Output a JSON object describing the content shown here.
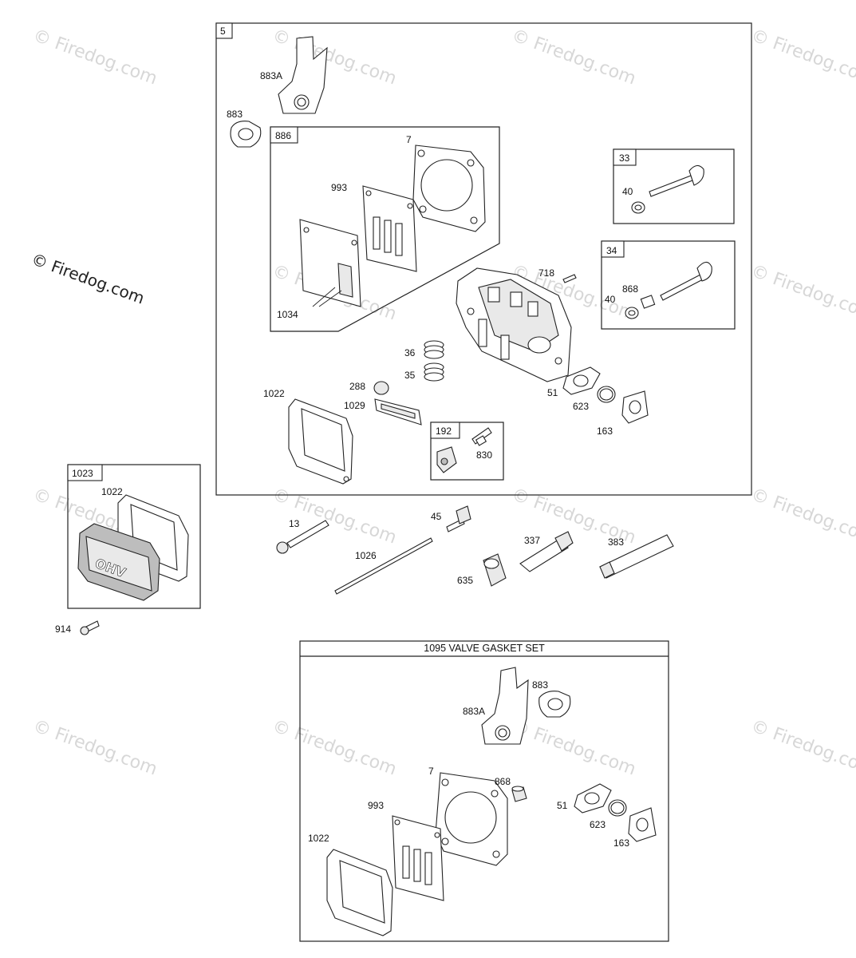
{
  "watermark": {
    "text": "© Firedog.com",
    "color": "#d7d7d7"
  },
  "corner_watermark": "© Firedog.com",
  "kits": {
    "main": "5",
    "gasket": "886",
    "exhaust_valve": "33",
    "intake_valve": "34",
    "breather": "192",
    "cover": "1023"
  },
  "labels": {
    "p883A": "883A",
    "p883": "883",
    "p7": "7",
    "p993": "993",
    "p1034": "1034",
    "p40a": "40",
    "p40b": "40",
    "p868": "868",
    "p718": "718",
    "p36": "36",
    "p35": "35",
    "p288": "288",
    "p1029": "1029",
    "p1022": "1022",
    "p51": "51",
    "p623": "623",
    "p163": "163",
    "p830": "830",
    "p1023_1022": "1022",
    "p914": "914",
    "p13": "13",
    "p45": "45",
    "p1026": "1026",
    "p337": "337",
    "p383": "383",
    "p635": "635"
  },
  "valve_gasket_set": {
    "title": "1095 VALVE GASKET SET",
    "labels": {
      "s883": "883",
      "s883A": "883A",
      "s7": "7",
      "s868": "868",
      "s993": "993",
      "s51": "51",
      "s623": "623",
      "s163": "163",
      "s1022": "1022"
    }
  },
  "accent_colors": {
    "line": "#222222",
    "shade": "#e9e9e9",
    "dark": "#bdbdbd"
  }
}
